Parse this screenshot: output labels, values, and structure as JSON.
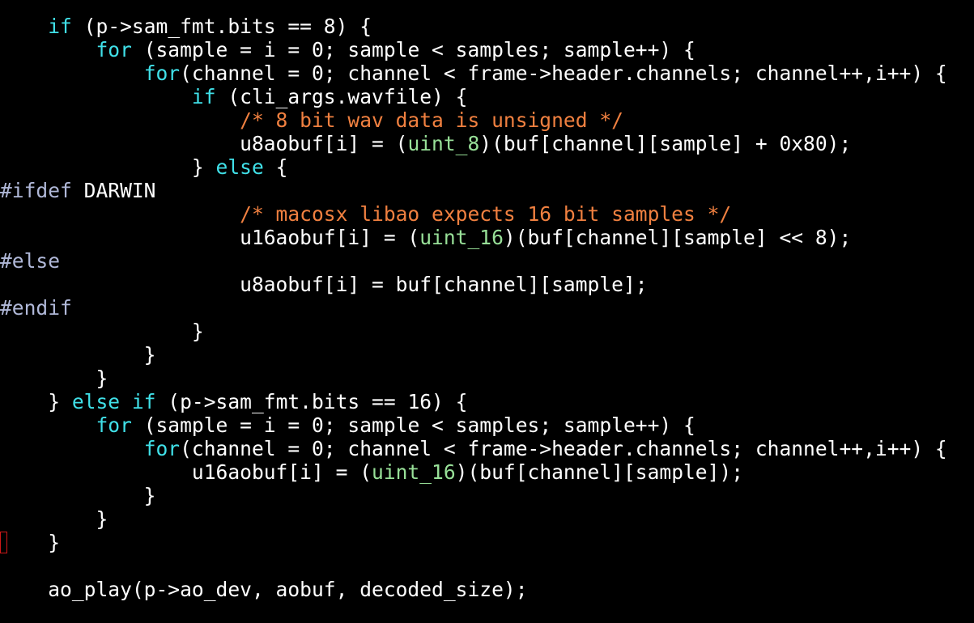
{
  "colors": {
    "background": "#000000",
    "text": "#ffffff",
    "keyword": "#40e0e8",
    "type": "#98e098",
    "comment": "#f08040",
    "preprocessor": "#b0b8d8",
    "cursor": "#d01818"
  },
  "code": {
    "lines": [
      [
        [
          "p",
          "    "
        ],
        [
          "kw",
          "if"
        ],
        [
          "p",
          " (p->sam_fmt.bits == 8) {"
        ]
      ],
      [
        [
          "p",
          "        "
        ],
        [
          "kw",
          "for"
        ],
        [
          "p",
          " (sample = i = 0; sample < samples; sample++) {"
        ]
      ],
      [
        [
          "p",
          "            "
        ],
        [
          "kw",
          "for"
        ],
        [
          "p",
          "(channel = 0; channel < frame->header.channels; channel++,i++) {"
        ]
      ],
      [
        [
          "p",
          "                "
        ],
        [
          "kw",
          "if"
        ],
        [
          "p",
          " (cli_args.wavfile) {"
        ]
      ],
      [
        [
          "p",
          "                    "
        ],
        [
          "c",
          "/* 8 bit wav data is unsigned */"
        ]
      ],
      [
        [
          "p",
          "                    u8aobuf[i] = ("
        ],
        [
          "t",
          "uint_8"
        ],
        [
          "p",
          ")(buf[channel][sample] + 0x80);"
        ]
      ],
      [
        [
          "p",
          "                } "
        ],
        [
          "kw",
          "else"
        ],
        [
          "p",
          " {"
        ]
      ],
      [
        [
          "pre",
          "#ifdef"
        ],
        [
          "p",
          " DARWIN"
        ]
      ],
      [
        [
          "p",
          "                    "
        ],
        [
          "c",
          "/* macosx libao expects 16 bit samples */"
        ]
      ],
      [
        [
          "p",
          "                    u16aobuf[i] = ("
        ],
        [
          "t",
          "uint_16"
        ],
        [
          "p",
          ")(buf[channel][sample] << 8);"
        ]
      ],
      [
        [
          "pre",
          "#else"
        ]
      ],
      [
        [
          "p",
          "                    u8aobuf[i] = buf[channel][sample];"
        ]
      ],
      [
        [
          "pre",
          "#endif"
        ]
      ],
      [
        [
          "p",
          "                }"
        ]
      ],
      [
        [
          "p",
          "            }"
        ]
      ],
      [
        [
          "p",
          "        }"
        ]
      ],
      [
        [
          "p",
          "    } "
        ],
        [
          "kw",
          "else if"
        ],
        [
          "p",
          " (p->sam_fmt.bits == 16) {"
        ]
      ],
      [
        [
          "p",
          "        "
        ],
        [
          "kw",
          "for"
        ],
        [
          "p",
          " (sample = i = 0; sample < samples; sample++) {"
        ]
      ],
      [
        [
          "p",
          "            "
        ],
        [
          "kw",
          "for"
        ],
        [
          "p",
          "(channel = 0; channel < frame->header.channels; channel++,i++) {"
        ]
      ],
      [
        [
          "p",
          "                u16aobuf[i] = ("
        ],
        [
          "t",
          "uint_16"
        ],
        [
          "p",
          ")(buf[channel][sample]);"
        ]
      ],
      [
        [
          "p",
          "            }"
        ]
      ],
      [
        [
          "p",
          "        }"
        ]
      ],
      [
        [
          "p",
          "    }"
        ]
      ],
      [
        [
          "p",
          ""
        ]
      ],
      [
        [
          "p",
          "    ao_play(p->ao_dev, aobuf, decoded_size);"
        ]
      ]
    ]
  }
}
